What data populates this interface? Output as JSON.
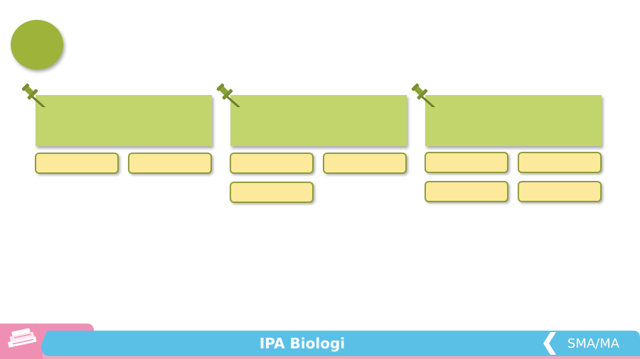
{
  "footer": {
    "subject": "IPA Biologi",
    "level": "SMA/MA"
  },
  "icons": {
    "pin": "pushpin-icon",
    "books": "books-icon"
  },
  "colors": {
    "circle": "#9db33a",
    "header_box": "#c2d46c",
    "item_box": "#fde99b",
    "item_border": "#8f9c3f",
    "footer_blue": "#5bc0e6",
    "footer_pink": "#f08fb4"
  },
  "columns": [
    {
      "items": 2
    },
    {
      "items": 3
    },
    {
      "items": 4
    }
  ]
}
